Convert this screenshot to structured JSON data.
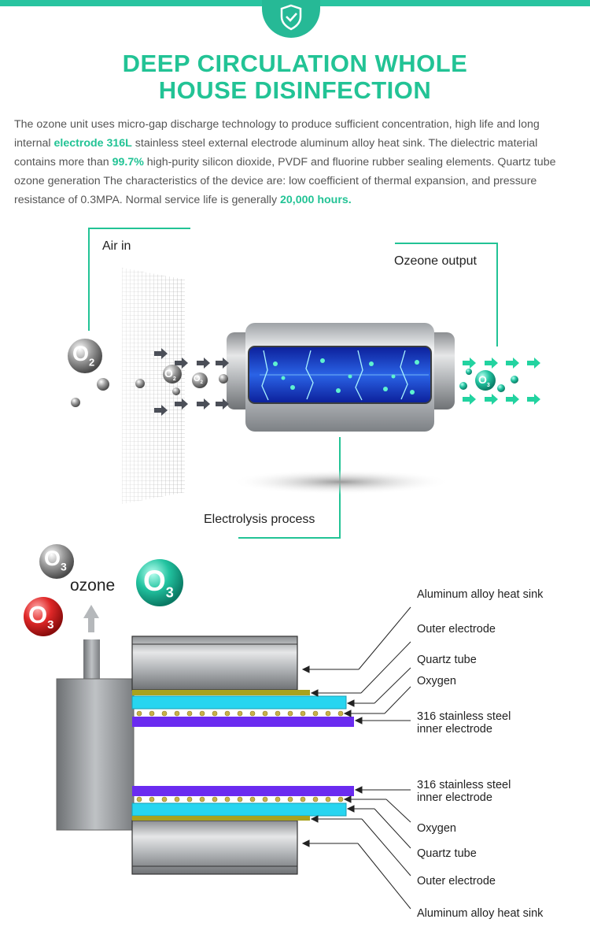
{
  "header": {
    "badge_icon": "shield-check-icon",
    "title_line1": "DEEP CIRCULATION WHOLE",
    "title_line2": "HOUSE DISINFECTION",
    "accent": "#22c395"
  },
  "description": {
    "p1": "The ozone unit uses micro-gap discharge technology to produce sufficient concentration, high life and long internal ",
    "h1": "electrode 316L",
    "p2": " stainless steel external electrode aluminum alloy heat sink. The dielectric material contains more than ",
    "h2": "99.7%",
    "p3": " high-purity silicon dioxide, PVDF and fluorine rubber sealing elements. Quartz tube ozone generation The characteristics of the device are: low coefficient of thermal expansion, and pressure resistance of 0.3MPA. Normal service life is generally ",
    "h3": "20,000 hours."
  },
  "flow": {
    "air_in": "Air in",
    "output": "Ozeone output",
    "process": "Electrolysis process",
    "o2": "O",
    "o2_sub": "2",
    "o3": "O",
    "o3_sub": "3"
  },
  "structure": {
    "ozone": "ozone",
    "labels_top": [
      "Aluminum alloy heat sink",
      "Outer electrode",
      "Quartz tube",
      "Oxygen",
      "316 stainless steel",
      "inner electrode"
    ],
    "labels_bottom": [
      "316 stainless steel",
      "inner electrode",
      "Oxygen",
      "Quartz tube",
      "Outer electrode",
      "Aluminum alloy heat sink"
    ]
  }
}
